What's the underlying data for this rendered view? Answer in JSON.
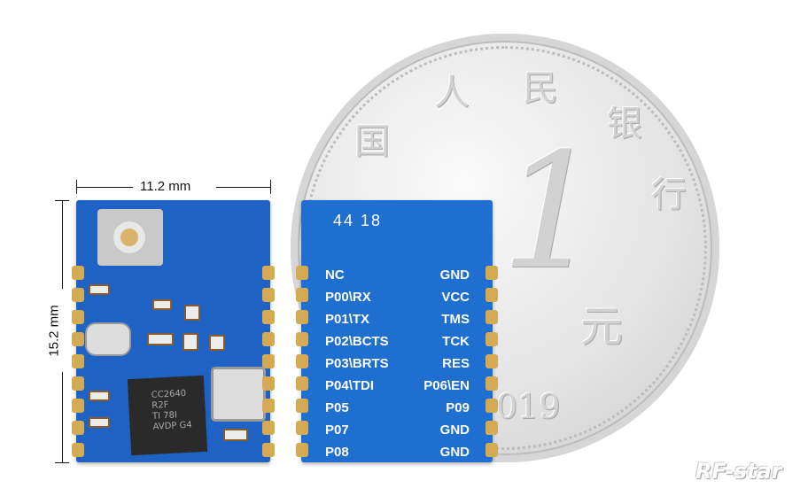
{
  "dimensions": {
    "width": "11.2 mm",
    "height": "15.2 mm"
  },
  "coin": {
    "chars": [
      "国",
      "人",
      "民",
      "银",
      "行",
      "元"
    ],
    "denomination": "1",
    "year": "019"
  },
  "module_front": {
    "chip": [
      "CC2640",
      "R2F",
      "TI 78I",
      "AVDP G4"
    ]
  },
  "module_back": {
    "marking": "44 18",
    "left_pins": [
      "NC",
      "P00\\RX",
      "P01\\TX",
      "P02\\BCTS",
      "P03\\BRTS",
      "P04\\TDI",
      "P05",
      "P07",
      "P08"
    ],
    "right_pins": [
      "GND",
      "VCC",
      "TMS",
      "TCK",
      "RES",
      "P06\\EN",
      "P09",
      "GND",
      "GND"
    ]
  },
  "logo": "RF-star"
}
